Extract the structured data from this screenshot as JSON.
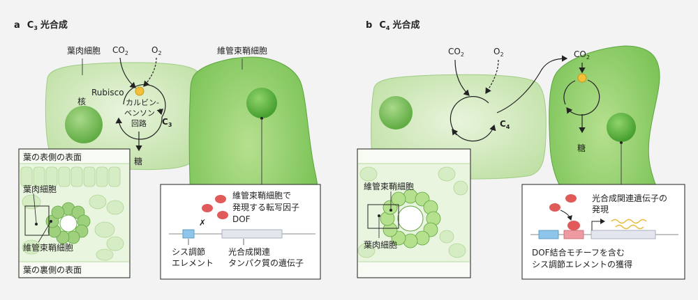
{
  "panel_a": {
    "letter": "a",
    "title_pre": "C",
    "title_sub": "3",
    "title_post": "光合成",
    "mesophyll": "葉肉細胞",
    "bundle_sheath": "維管束鞘細胞",
    "co2": "CO",
    "co2_sub": "2",
    "o2": "O",
    "o2_sub": "2",
    "rubisco": "Rubisco",
    "nucleus": "核",
    "cycle_line1": "カルビン-",
    "cycle_line2": "ベンソン",
    "cycle_line3": "回路",
    "c3_main": "C",
    "c3_sub": "3",
    "sugar": "糖",
    "inset": {
      "upper_surface": "葉の表側の表面",
      "mesophyll": "葉肉細胞",
      "bundle_sheath": "維管束鞘細胞",
      "lower_surface": "葉の裏側の表面"
    },
    "callout": {
      "tf_line1": "維管束鞘細胞で",
      "tf_line2": "発現する転写因子",
      "tf_line3": "DOF",
      "cis_line1": "シス調節",
      "cis_line2": "エレメント",
      "gene_line1": "光合成関連",
      "gene_line2": "タンパク質の遺伝子"
    }
  },
  "panel_b": {
    "letter": "b",
    "title_pre": "C",
    "title_sub": "4",
    "title_post": "光合成",
    "co2": "CO",
    "co2_sub": "2",
    "o2": "O",
    "o2_sub": "2",
    "c4_main": "C",
    "c4_sub": "4",
    "co2_bs": "CO",
    "co2_bs_sub": "2",
    "sugar": "糖",
    "inset": {
      "bundle_sheath": "維管束鞘細胞",
      "mesophyll": "葉肉細胞"
    },
    "callout": {
      "gene_line1": "光合成関連遺伝子の",
      "gene_line2": "発現",
      "acq_line1": "DOF結合モチーフを含む",
      "acq_line2": "シス調節エレメントの獲得"
    }
  },
  "colors": {
    "cell_light": "#cfe8b8",
    "cell_bs": "#7cc25a",
    "nucleus": "#6cb84a",
    "rubisco": "#f2c03a",
    "tf_red": "#e05a5a",
    "cis_blue": "#8ec5ea",
    "cis_pink": "#ee9aa3",
    "mrna": "#e8b93a"
  }
}
